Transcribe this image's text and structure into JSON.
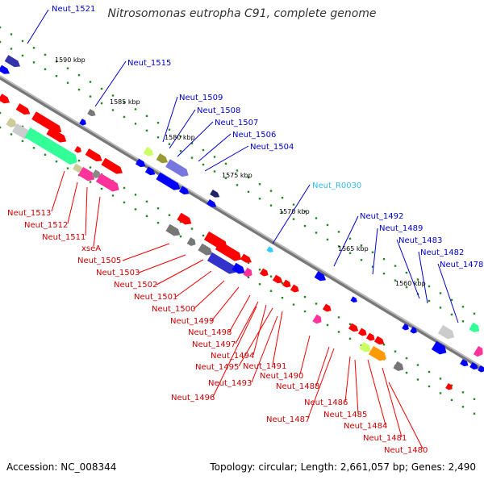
{
  "title": "Nitrosomonas eutropha C91, complete genome",
  "footer": {
    "accession": "Accession: NC_008344",
    "topology": "Topology: circular; Length: 2,661,057 bp; Genes: 2,490"
  },
  "colors": {
    "forward_gene": "#0000ff",
    "reverse_gene": "#ff0000",
    "rna_gene": "#33ccff",
    "backbone": "#999999",
    "tick": "#228822"
  },
  "ticks": [
    {
      "label": "1590 kbp"
    },
    {
      "label": "1585 kbp"
    },
    {
      "label": "1580 kbp"
    },
    {
      "label": "1575 kbp"
    },
    {
      "label": "1570 kbp"
    },
    {
      "label": "1565 kbp"
    },
    {
      "label": "1560 kbp"
    }
  ],
  "top_labels": [
    {
      "text": "Neut_1521"
    },
    {
      "text": "Neut_1515"
    },
    {
      "text": "Neut_1509"
    },
    {
      "text": "Neut_1508"
    },
    {
      "text": "Neut_1507"
    },
    {
      "text": "Neut_1506"
    },
    {
      "text": "Neut_1504"
    },
    {
      "text": "Neut_R0030"
    },
    {
      "text": "Neut_1492"
    },
    {
      "text": "Neut_1489"
    },
    {
      "text": "Neut_1483"
    },
    {
      "text": "Neut_1482"
    },
    {
      "text": "Neut_1478"
    }
  ],
  "bottom_labels": [
    {
      "text": "Neut_1513"
    },
    {
      "text": "Neut_1512"
    },
    {
      "text": "Neut_1511"
    },
    {
      "text": "xseA"
    },
    {
      "text": "Neut_1505"
    },
    {
      "text": "Neut_1503"
    },
    {
      "text": "Neut_1502"
    },
    {
      "text": "Neut_1501"
    },
    {
      "text": "Neut_1500"
    },
    {
      "text": "Neut_1499"
    },
    {
      "text": "Neut_1498"
    },
    {
      "text": "Neut_1497"
    },
    {
      "text": "Neut_1494"
    },
    {
      "text": "Neut_1495"
    },
    {
      "text": "Neut_1491"
    },
    {
      "text": "Neut_1493"
    },
    {
      "text": "Neut_1490"
    },
    {
      "text": "Neut_1496"
    },
    {
      "text": "Neut_1488"
    },
    {
      "text": "Neut_1486"
    },
    {
      "text": "Neut_1487"
    },
    {
      "text": "Neut_1485"
    },
    {
      "text": "Neut_1484"
    },
    {
      "text": "Neut_1481"
    },
    {
      "text": "Neut_1480"
    }
  ]
}
